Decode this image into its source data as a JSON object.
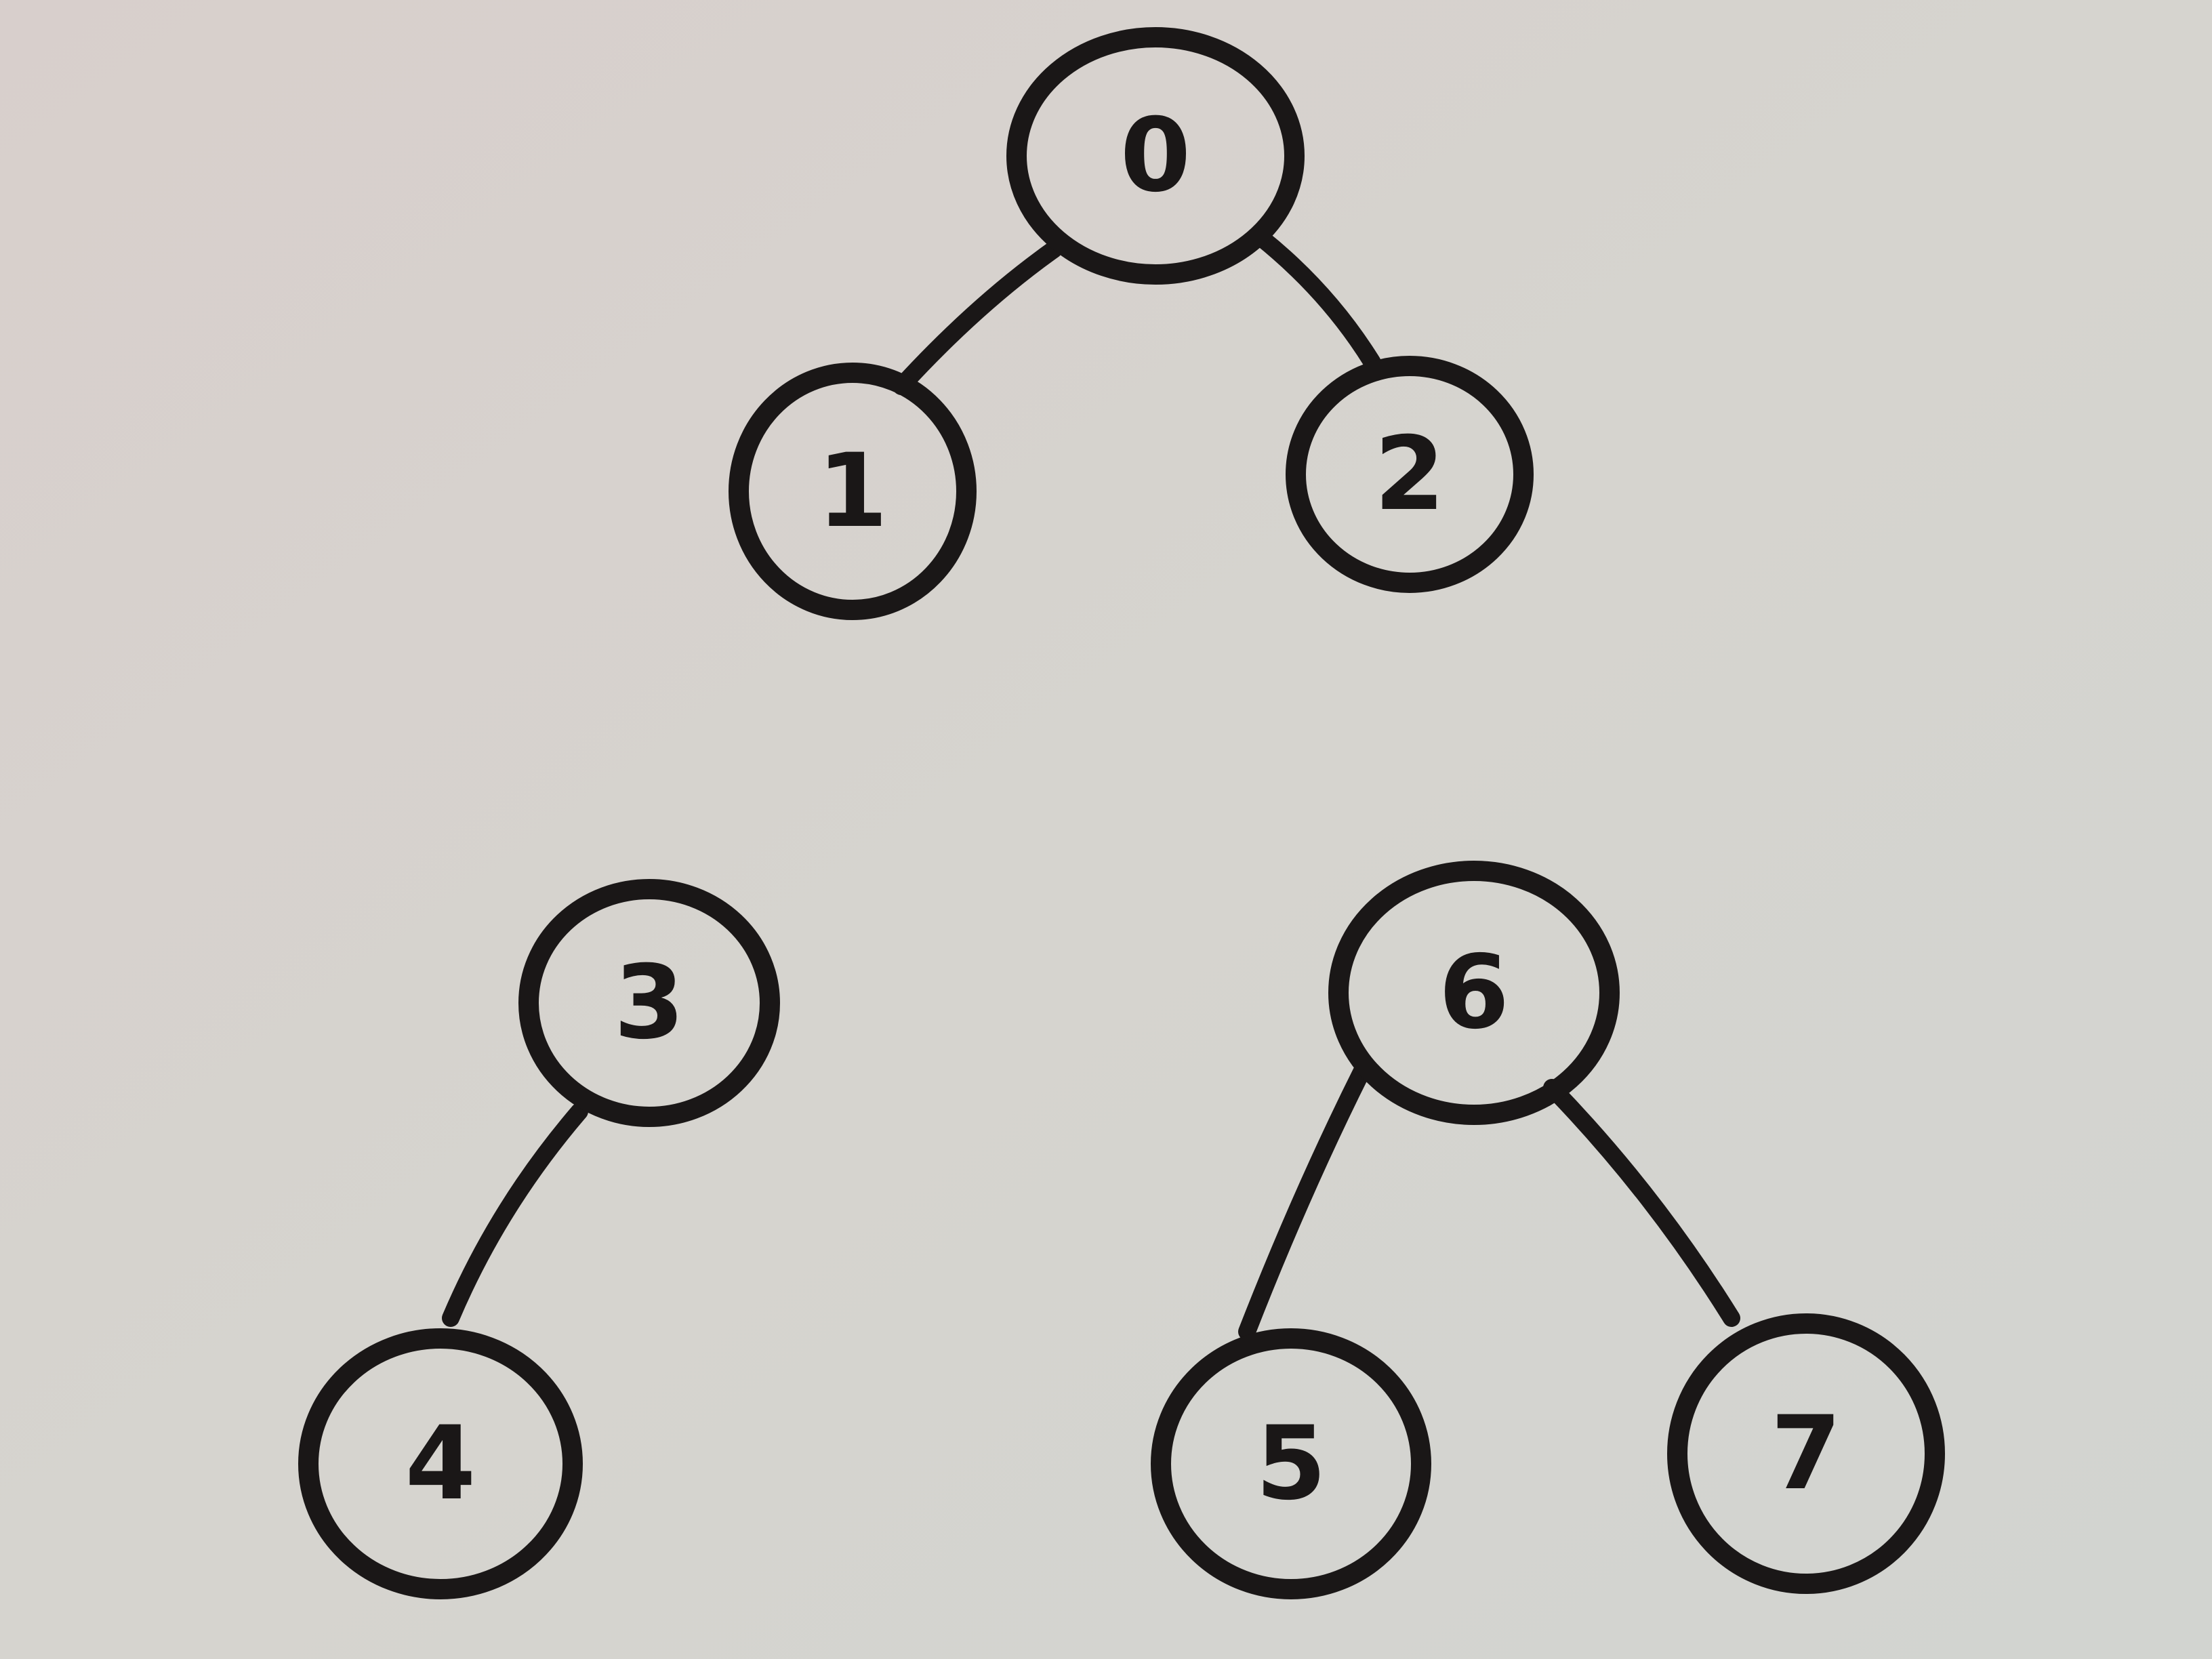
{
  "board": {
    "background": "#d6d4cf",
    "ink_color": "#1a1717"
  },
  "graph": {
    "type": "forest-of-binary-trees",
    "nodes": [
      {
        "id": "0",
        "label": "0"
      },
      {
        "id": "1",
        "label": "1"
      },
      {
        "id": "2",
        "label": "2"
      },
      {
        "id": "3",
        "label": "3"
      },
      {
        "id": "4",
        "label": "4"
      },
      {
        "id": "5",
        "label": "5"
      },
      {
        "id": "6",
        "label": "6"
      },
      {
        "id": "7",
        "label": "7"
      }
    ],
    "edges": [
      {
        "from": "0",
        "to": "1"
      },
      {
        "from": "0",
        "to": "2"
      },
      {
        "from": "3",
        "to": "4"
      },
      {
        "from": "6",
        "to": "5"
      },
      {
        "from": "6",
        "to": "7"
      }
    ]
  }
}
